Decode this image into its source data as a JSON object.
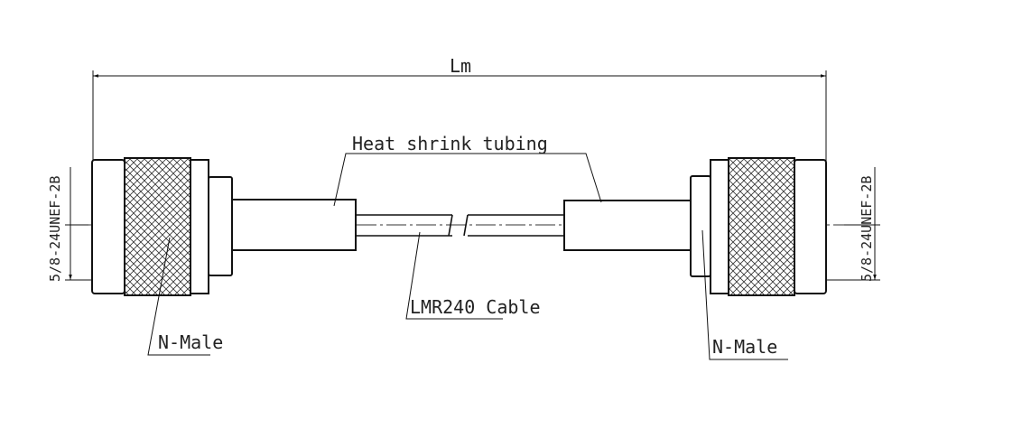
{
  "dimension": {
    "label": "Lm"
  },
  "labels": {
    "heat_shrink": "Heat shrink tubing",
    "cable": "LMR240 Cable",
    "connector_left": "N-Male",
    "connector_right": "N-Male",
    "thread_left": "5/8-24UNEF-2B",
    "thread_right": "5/8-24UNEF-2B"
  }
}
